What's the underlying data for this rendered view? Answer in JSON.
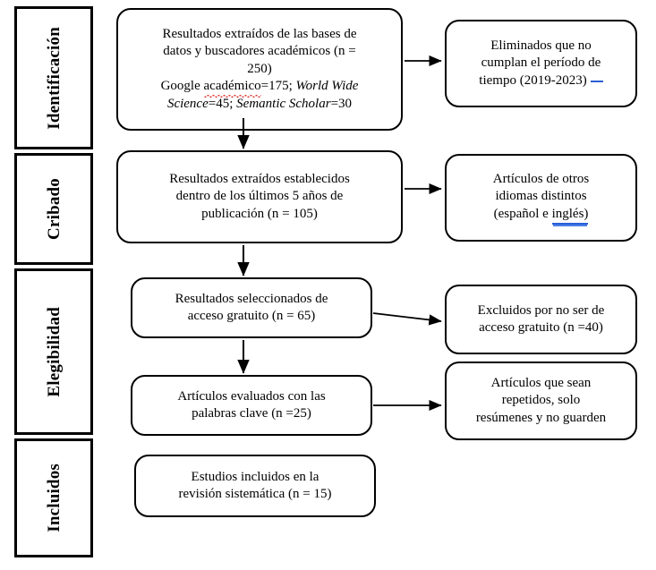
{
  "diagram": {
    "title": "PRISMA flow diagram",
    "colors": {
      "border": "#000000",
      "background": "#ffffff",
      "spellcheck_red": "#e03030",
      "grammar_blue": "#2a5fd4"
    }
  },
  "stages": [
    {
      "id": "identificacion",
      "label": "Identificación"
    },
    {
      "id": "cribado",
      "label": "Cribado"
    },
    {
      "id": "elegibilidad",
      "label": "Elegibilidad"
    },
    {
      "id": "incluidos",
      "label": "Incluidos"
    }
  ],
  "flow": {
    "box1": {
      "line1": "Resultados extraídos de las bases de",
      "line2": "datos y buscadores académicos (n =",
      "line3": "250)",
      "line4_pre": "Google ",
      "line4_spell": "académico",
      "line4_post": "=175; ",
      "line4_italic": "World Wide",
      "line5_italic_a": "Science",
      "line5_mid": "=45; ",
      "line5_italic_b": "Semantic Scholar",
      "line5_end": "=30"
    },
    "box2": {
      "line1": "Resultados extraídos establecidos",
      "line2": "dentro de los últimos 5 años de",
      "line3": "publicación (n = 105)"
    },
    "box3": {
      "line1": "Resultados seleccionados de",
      "line2": "acceso gratuito (n = 65)"
    },
    "box4": {
      "line1": "Artículos evaluados con las",
      "line2": "palabras clave (n =25)"
    },
    "box5": {
      "line1": "Estudios incluidos en la",
      "line2": "revisión sistemática (n = 15)"
    }
  },
  "exclusions": {
    "excl1": {
      "line1": "Eliminados que no",
      "line2": "cumplan el período de",
      "line3": "tiempo (2019-2023)"
    },
    "excl2": {
      "line1": "Artículos de otros",
      "line2": "idiomas distintos",
      "line3_pre": "(español e ",
      "line3_gram": "inglés)"
    },
    "excl3": {
      "line1": "Excluidos por no ser de",
      "line2": "acceso gratuito (n =40)"
    },
    "excl4": {
      "line1": "Artículos que sean",
      "line2": "repetidos, solo",
      "line3": "resúmenes y no guarden"
    }
  }
}
